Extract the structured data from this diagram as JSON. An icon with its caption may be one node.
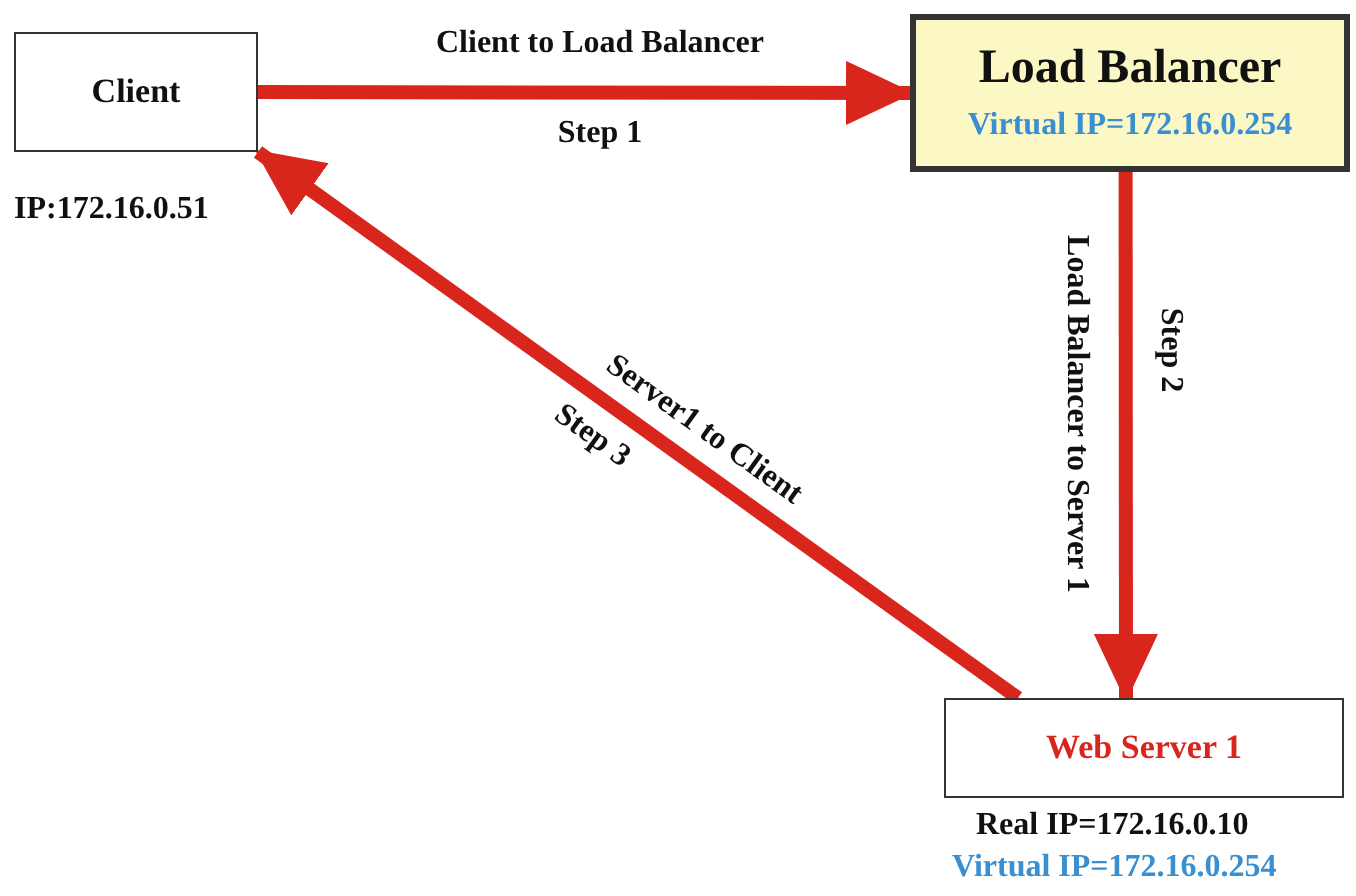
{
  "diagram": {
    "nodes": [
      {
        "text": [
          "Client"
        ],
        "beside": [
          "IP:172.16.0.51"
        ]
      },
      {
        "text": [
          "Load Balancer",
          "Virtual IP=172.16.0.254"
        ]
      },
      {
        "text": [
          "Web Server 1"
        ],
        "beside": [
          "Real IP=172.16.0.10",
          "Virtual IP=172.16.0.254"
        ]
      }
    ],
    "edges": [
      {
        "from": 0,
        "to": 1,
        "arrow": "to",
        "label": "Client to Load Balancer"
      },
      {
        "from": 1,
        "to": 2,
        "arrow": "to",
        "label": "Load Balancer to Server 1"
      },
      {
        "from": 2,
        "to": 0,
        "arrow": "to",
        "label": "Server1 to Client"
      }
    ],
    "labels": [
      "Step 1",
      "Step 2",
      "Step 3"
    ]
  }
}
